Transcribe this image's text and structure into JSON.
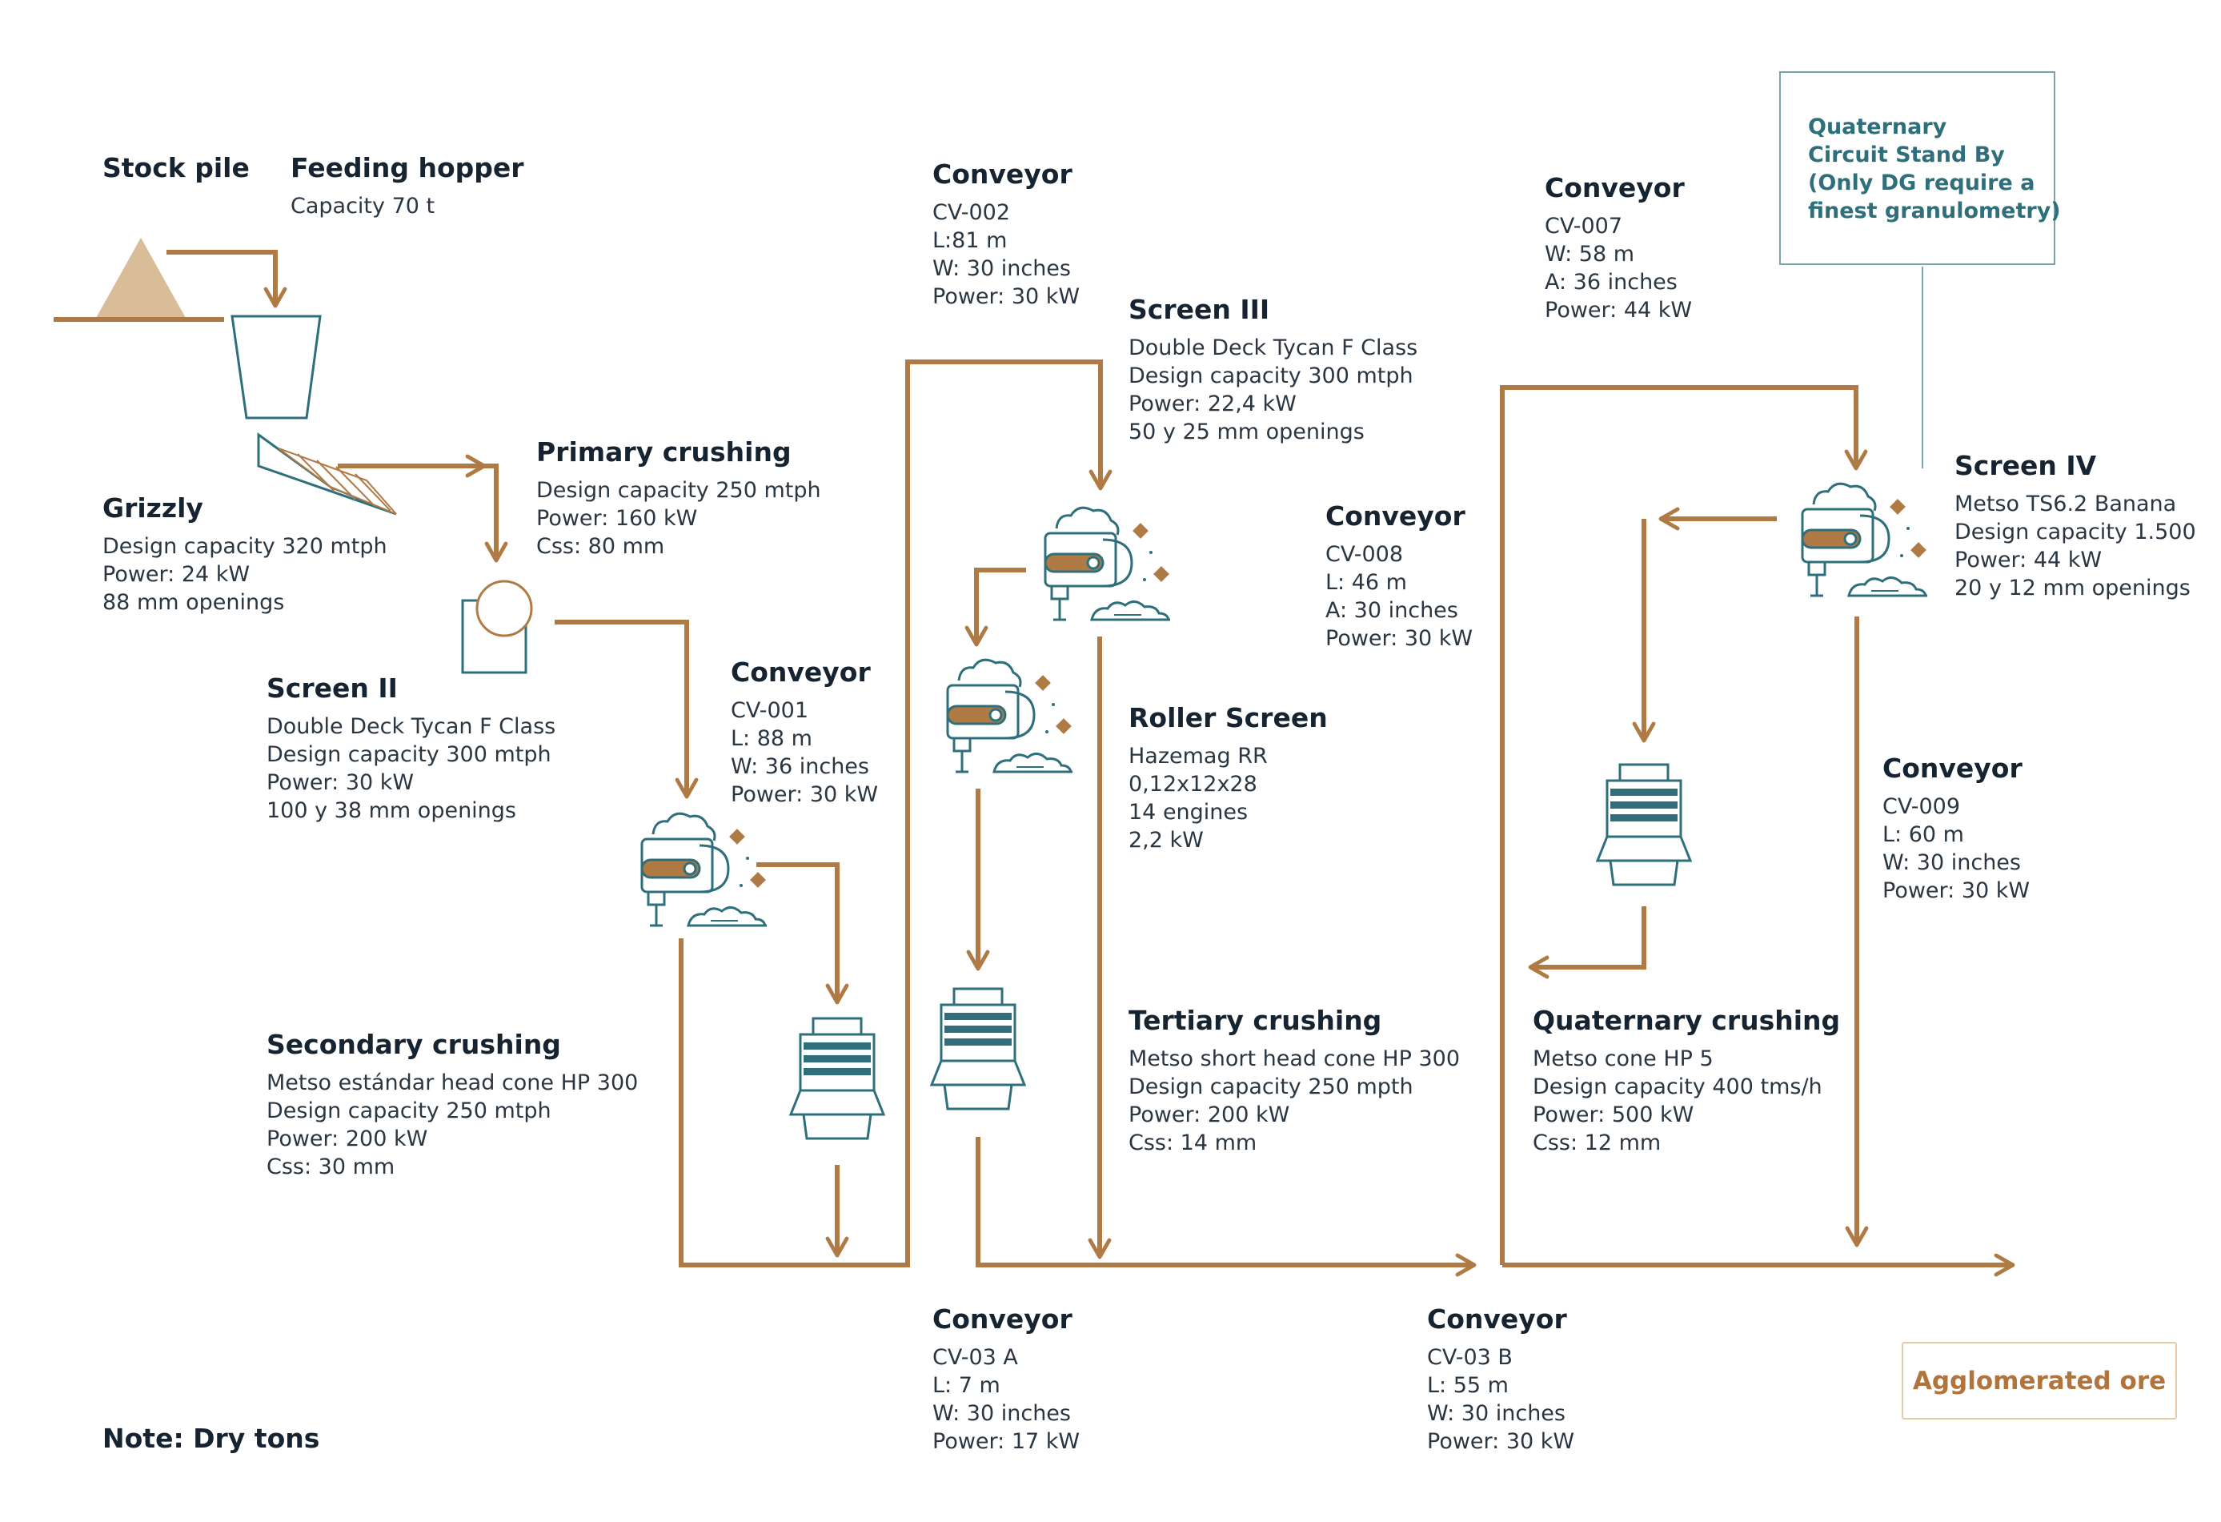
{
  "colors": {
    "flow": "#b07a45",
    "equipment": "#2f6f7c",
    "stockpile": "#d9bc98",
    "text": "#162330",
    "note_border": "#7aa3ad",
    "ore_border": "#e6c9a6",
    "ore_text": "#b0743c"
  },
  "blocks": {
    "stock_pile": {
      "title": "Stock pile",
      "lines": []
    },
    "feeding_hopper": {
      "title": "Feeding hopper",
      "lines": [
        "Capacity 70 t"
      ]
    },
    "grizzly": {
      "title": "Grizzly",
      "lines": [
        "Design capacity 320 mtph",
        "Power: 24 kW",
        "88 mm openings"
      ]
    },
    "primary_crushing": {
      "title": "Primary crushing",
      "lines": [
        "Design capacity 250 mtph",
        "Power: 160 kW",
        "Css: 80 mm"
      ]
    },
    "screen_ii": {
      "title": "Screen II",
      "lines": [
        "Double Deck Tycan F Class",
        "Design capacity 300 mtph",
        "Power: 30 kW",
        "100 y 38 mm openings"
      ]
    },
    "conveyor_cv001": {
      "title": "Conveyor",
      "lines": [
        "CV-001",
        "L: 88 m",
        "W: 36 inches",
        "Power: 30 kW"
      ]
    },
    "secondary_crushing": {
      "title": "Secondary crushing",
      "lines": [
        "Metso estándar head cone HP 300",
        "Design capacity 250 mtph",
        "Power: 200 kW",
        "Css: 30 mm"
      ]
    },
    "conveyor_cv002": {
      "title": "Conveyor",
      "lines": [
        "CV-002",
        "L:81 m",
        "W: 30 inches",
        "Power: 30 kW"
      ]
    },
    "screen_iii": {
      "title": "Screen III",
      "lines": [
        "Double Deck Tycan F Class",
        "Design capacity 300 mtph",
        "Power: 22,4 kW",
        "50 y 25 mm openings"
      ]
    },
    "conveyor_cv008": {
      "title": "Conveyor",
      "lines": [
        "CV-008",
        "L: 46 m",
        "A: 30 inches",
        "Power: 30 kW"
      ]
    },
    "roller_screen": {
      "title": "Roller Screen",
      "lines": [
        "Hazemag RR",
        "0,12x12x28",
        "14 engines",
        "2,2 kW"
      ]
    },
    "tertiary_crushing": {
      "title": "Tertiary crushing",
      "lines": [
        "Metso short head cone HP 300",
        "Design capacity 250 mpth",
        "Power: 200 kW",
        "Css: 14 mm"
      ]
    },
    "conveyor_cv03a": {
      "title": "Conveyor",
      "lines": [
        "CV-03 A",
        "L: 7 m",
        "W: 30 inches",
        "Power: 17 kW"
      ]
    },
    "conveyor_cv03b": {
      "title": "Conveyor",
      "lines": [
        "CV-03 B",
        "L: 55 m",
        "W: 30 inches",
        "Power: 30 kW"
      ]
    },
    "conveyor_cv007": {
      "title": "Conveyor",
      "lines": [
        "CV-007",
        "W: 58 m",
        "A: 36 inches",
        "Power: 44 kW"
      ]
    },
    "screen_iv": {
      "title": "Screen IV",
      "lines": [
        "Metso TS6.2 Banana",
        "Design capacity 1.500",
        "Power: 44 kW",
        "20 y 12 mm openings"
      ]
    },
    "conveyor_cv009": {
      "title": "Conveyor",
      "lines": [
        "CV-009",
        "L: 60 m",
        "W: 30 inches",
        "Power: 30 kW"
      ]
    },
    "quaternary_crushing": {
      "title": "Quaternary crushing",
      "lines": [
        "Metso cone HP 5",
        "Design capacity 400 tms/h",
        "Power: 500 kW",
        "Css: 12 mm"
      ]
    }
  },
  "standby_note": {
    "lines": [
      "Quaternary",
      "Circuit Stand By",
      "(Only DG require a",
      "finest granulometry)"
    ]
  },
  "output_label": "Agglomerated ore",
  "footnote": "Note: Dry tons"
}
